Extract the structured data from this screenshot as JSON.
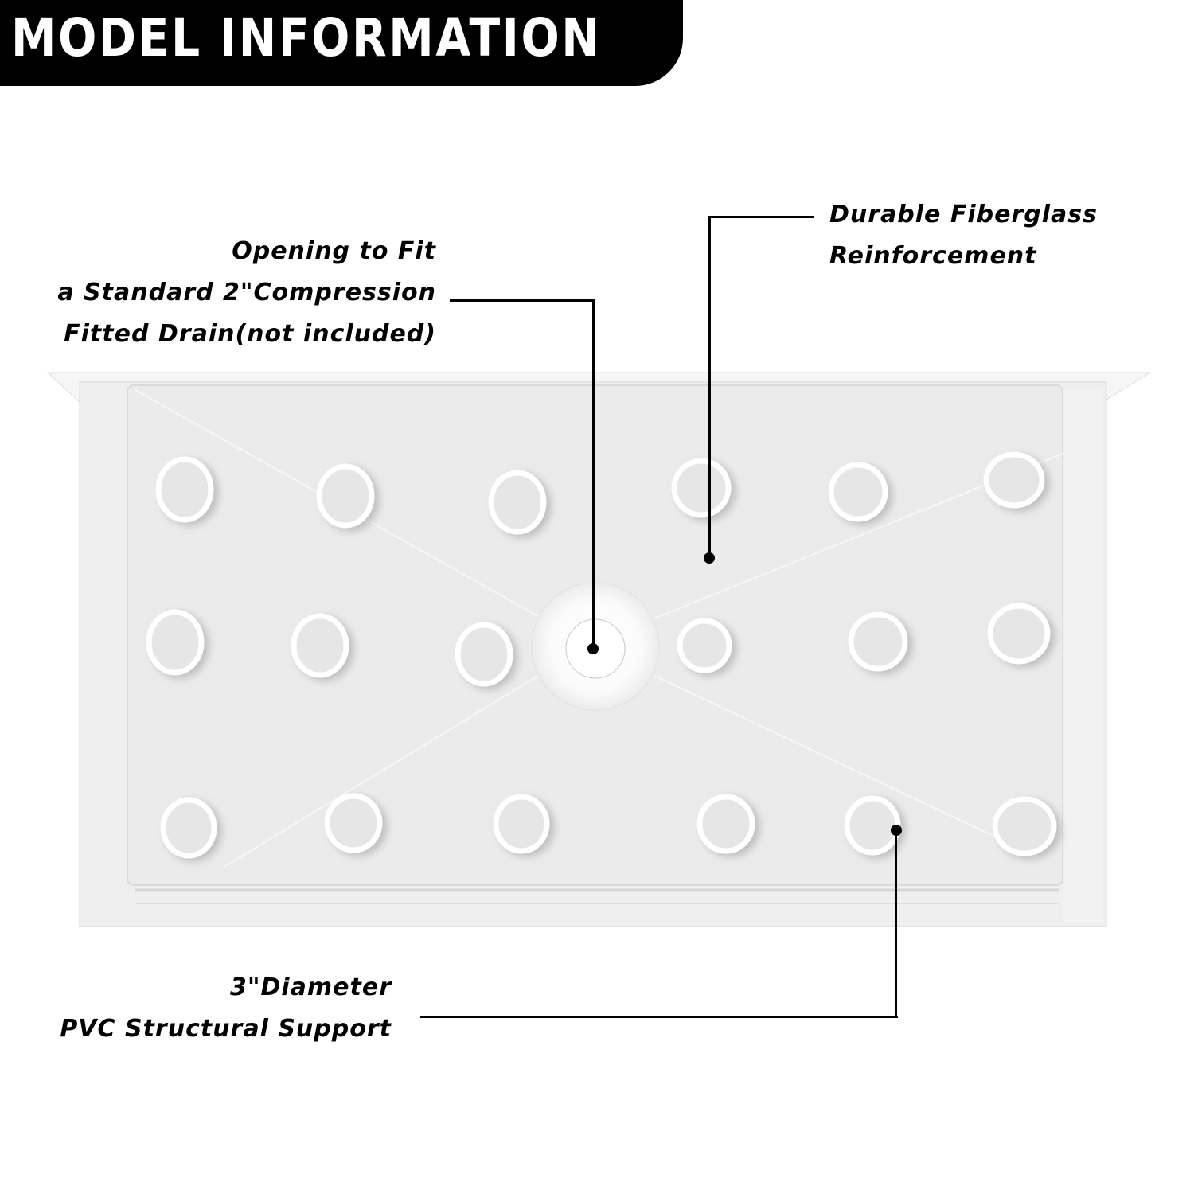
{
  "header": {
    "title": "MODEL INFORMATION",
    "background_color": "#000000",
    "text_color": "#ffffff"
  },
  "product": {
    "name": "fiberglass shower pan",
    "support_rings_count": 18,
    "rows": 3,
    "rings_per_row": 6,
    "center_drain": true
  },
  "callouts": {
    "drain": {
      "lines": [
        "Opening to Fit",
        "a Standard 2\"Compression",
        "Fitted Drain(not included)"
      ]
    },
    "fiberglass": {
      "lines": [
        "Durable Fiberglass",
        "Reinforcement"
      ]
    },
    "pvc": {
      "lines": [
        "3\"Diameter",
        "PVC Structural Support"
      ]
    }
  },
  "colors": {
    "pan_surface": "#ededed",
    "pan_rim": "#f4f4f4",
    "ring": "#ffffff",
    "leader_line": "#000000"
  }
}
